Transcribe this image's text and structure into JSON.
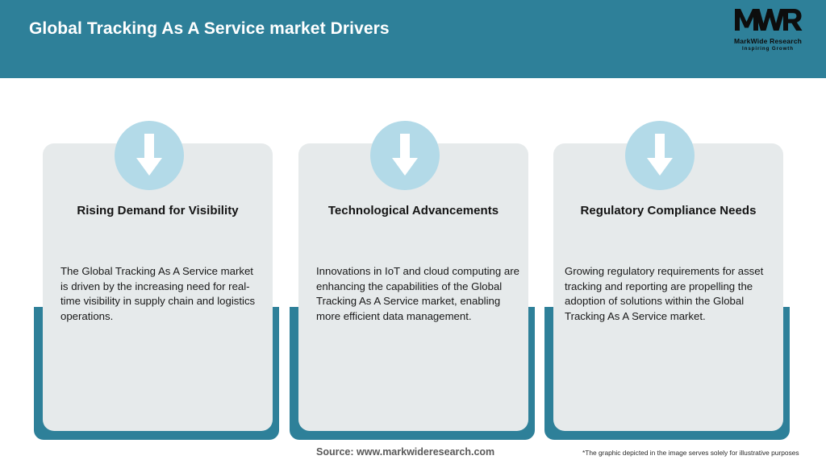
{
  "header": {
    "title": "Global Tracking As A Service market Drivers",
    "background_color": "#2e8099",
    "title_color": "#ffffff"
  },
  "logo": {
    "mark": "MWR",
    "name": "MarkWide Research",
    "tagline": "Inspiring Growth"
  },
  "cards": [
    {
      "icon": "down-arrow-icon",
      "heading": "Rising Demand for Visibility",
      "body": "The Global Tracking As A Service market is driven by the increasing need for real-time visibility in supply chain and logistics operations."
    },
    {
      "icon": "down-arrow-icon",
      "heading": "Technological Advancements",
      "body": "Innovations in IoT and cloud computing are enhancing the capabilities of the Global Tracking As A Service market, enabling more efficient data management."
    },
    {
      "icon": "down-arrow-icon",
      "heading": "Regulatory Compliance Needs",
      "body": "Growing regulatory requirements for asset tracking and reporting are propelling the adoption of solutions within the Global Tracking As A Service market."
    }
  ],
  "footer": {
    "source": "Source: www.markwideresearch.com",
    "note": "*The graphic depicted in the image serves solely for illustrative purposes"
  },
  "colors": {
    "teal": "#2e8099",
    "light_blue": "#b3dae8",
    "card_gray": "#e6eaeb"
  }
}
